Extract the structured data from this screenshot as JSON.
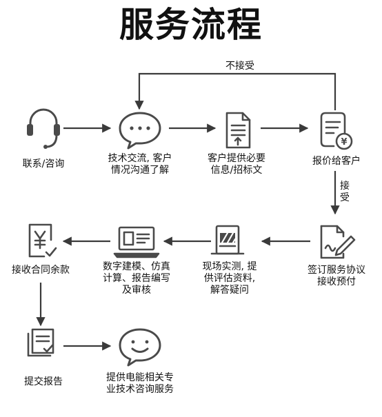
{
  "title": "服务流程",
  "steps": [
    {
      "label": "联系/咨询",
      "icon": "headset-icon"
    },
    {
      "label": "技术交流, 客户\n情况沟通了解",
      "icon": "chat-bubble-icon"
    },
    {
      "label": "客户提供必要\n信息/招标文",
      "icon": "document-upload-icon"
    },
    {
      "label": "报价给客户",
      "icon": "quote-yen-icon"
    },
    {
      "label": "签订服务协议\n接收预付",
      "icon": "contract-sign-icon"
    },
    {
      "label": "现场实测, 提\n供评估资料,\n解答疑问",
      "icon": "field-measure-icon"
    },
    {
      "label": "数字建模、仿真\n计算、报告编写\n及审核",
      "icon": "laptop-modeling-icon"
    },
    {
      "label": "接收合同余款",
      "icon": "payment-yen-icon"
    },
    {
      "label": "提交报告",
      "icon": "report-stack-icon"
    },
    {
      "label": "提供电能相关专\n业技术咨询服务",
      "icon": "smile-chat-icon"
    }
  ],
  "edges": {
    "reject_label": "不接受",
    "accept_label": "接\n受"
  }
}
